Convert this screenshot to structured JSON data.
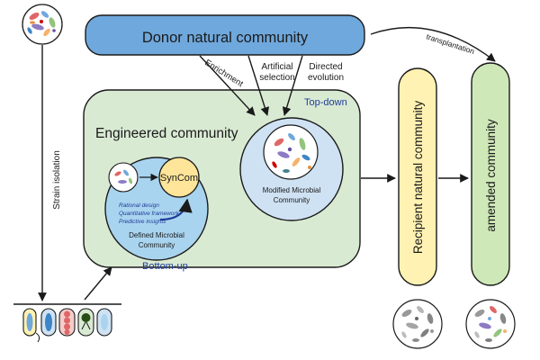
{
  "labels": {
    "donor": "Donor natural community",
    "transplantation": "transplantation",
    "enrichment": "Enrichment",
    "artificial_selection_line1": "Artificial",
    "artificial_selection_line2": "selection",
    "directed_evolution_line1": "Directed",
    "directed_evolution_line2": "evolution",
    "top_down": "Top-down",
    "engineered": "Engineered community",
    "strain_isolation": "Strain isolation",
    "syncom": "SynCom",
    "rational_design": "Rational design",
    "quantitative_framework": "Quantitative framework",
    "predictive_insights": "Predictive insights",
    "defined_line1": "Defined Microbial",
    "defined_line2": "Community",
    "bottom_up": "Bottom-up",
    "modified_line1": "Modified Microbial",
    "modified_line2": "Community",
    "recipient": "Recipient natural community",
    "amended": "amended community"
  },
  "colors": {
    "donor_fill": "#6fa8dc",
    "engineered_fill": "#d9ead3",
    "defined_fill": "#a9d4ef",
    "modified_fill": "#cfe2f3",
    "syncom_fill": "#ffe599",
    "recipient_fill": "#fff2b3",
    "amended_fill": "#cfe8b8",
    "annotation_blue": "#1f3c99"
  }
}
